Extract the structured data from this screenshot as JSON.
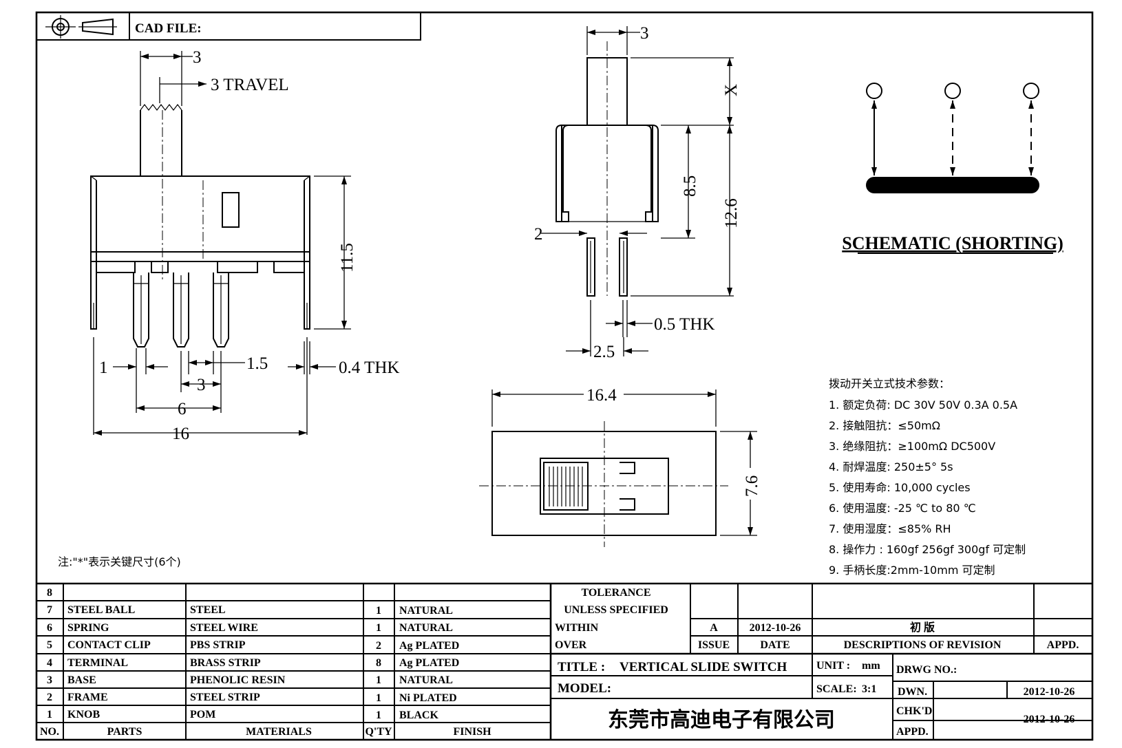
{
  "header": {
    "cad_file_label": "CAD FILE:"
  },
  "front_view": {
    "dim_knob_width": "3",
    "dim_travel": "3 TRAVEL",
    "dim_height": "11.5",
    "dim_pin_offset": "1",
    "dim_pin_gap": "1.5",
    "dim_thickness": "0.4 THK",
    "dim_pin_pitch": "3",
    "dim_pin_span": "6",
    "dim_body_length": "16"
  },
  "side_view": {
    "dim_knob_width": "3",
    "dim_knob_height": "X",
    "dim_body_height": "8.5",
    "dim_total_height": "12.6",
    "dim_pin_width": "2",
    "dim_pin_thickness": "0.5 THK",
    "dim_pin_spacing": "2.5"
  },
  "top_view": {
    "dim_length": "16.4",
    "dim_width": "7.6"
  },
  "schematic": {
    "title": "SCHEMATIC (SHORTING)"
  },
  "specs": {
    "heading": "拨动开关立式技术参数：",
    "items": [
      "1.  额定负荷: DC 30V    50V    0.3A    0.5A",
      "2.  接触阻抗：≤50mΩ",
      "3.  绝缘阻抗：≥100mΩ   DC500V",
      "4.  耐焊温度: 250±5°  5s",
      "5.  使用寿命: 10,000 cycles",
      "6.  使用温度: -25  ℃  to 80  ℃",
      "7.  使用湿度：≤85% RH",
      "8.  操作力 : 160gf    256gf    300gf   可定制",
      "9.  手柄长度:2mm-10mm   可定制"
    ]
  },
  "note": "注:\"*\"表示关键尺寸(6个)",
  "bom": {
    "headers": {
      "no": "NO.",
      "parts": "PARTS",
      "materials": "MATERIALS",
      "qty": "Q'TY",
      "finish": "FINISH"
    },
    "rows": [
      {
        "no": "8",
        "parts": "",
        "materials": "",
        "qty": "",
        "finish": ""
      },
      {
        "no": "7",
        "parts": "STEEL BALL",
        "materials": "STEEL",
        "qty": "1",
        "finish": "NATURAL"
      },
      {
        "no": "6",
        "parts": "SPRING",
        "materials": "STEEL WIRE",
        "qty": "1",
        "finish": "NATURAL"
      },
      {
        "no": "5",
        "parts": "CONTACT CLIP",
        "materials": "PBS STRIP",
        "qty": "2",
        "finish": "Ag PLATED"
      },
      {
        "no": "4",
        "parts": "TERMINAL",
        "materials": "BRASS STRIP",
        "qty": "8",
        "finish": "Ag PLATED"
      },
      {
        "no": "3",
        "parts": "BASE",
        "materials": "PHENOLIC RESIN",
        "qty": "1",
        "finish": "NATURAL"
      },
      {
        "no": "2",
        "parts": "FRAME",
        "materials": "STEEL STRIP",
        "qty": "1",
        "finish": "Ni PLATED"
      },
      {
        "no": "1",
        "parts": "KNOB",
        "materials": "POM",
        "qty": "1",
        "finish": "BLACK"
      }
    ]
  },
  "title_block": {
    "tolerance": "TOLERANCE",
    "unless_specified": "UNLESS   SPECIFIED",
    "within": "WITHIN",
    "over": "OVER",
    "issue_value": "A",
    "date_value": "2012-10-26",
    "revision_value": "初    版",
    "issue_label": "ISSUE",
    "date_label": "DATE",
    "descriptions_label": "DESCRIPTIONS  OF  REVISION",
    "appd_label": "APPD.",
    "title_label": "TITLE :",
    "title_value": "VERTICAL  SLIDE  SWITCH",
    "unit_label": "UNIT :",
    "unit_value": "mm",
    "drwg_no_label": "DRWG  NO.:",
    "model_label": "MODEL:",
    "scale_label": "SCALE:",
    "scale_value": "3:1",
    "dwn_label": "DWN.",
    "dwn_date": "2012-10-26",
    "chkd_label": "CHK'D",
    "chkd_date": "2012-10-26",
    "appd_row_label": "APPD.",
    "company": "东莞市高迪电子有限公司"
  }
}
